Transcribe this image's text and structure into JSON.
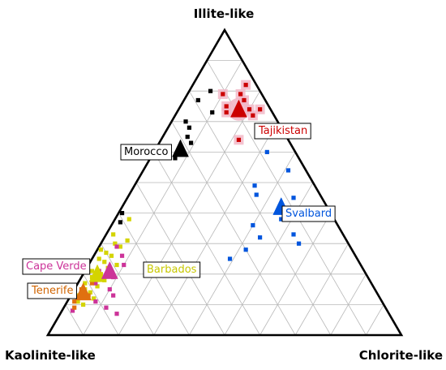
{
  "chart_data": {
    "type": "scatter",
    "subtype": "ternary",
    "components": [
      "Illite-like",
      "Chlorite-like",
      "Kaolinite-like"
    ],
    "grid": true,
    "grid_divisions": 10,
    "series": [
      {
        "name": "Tajikistan",
        "color": "#cc0000",
        "label_color": "#cc0000",
        "halo": "#f2b8c8",
        "mean": {
          "illite": 0.74,
          "chlorite": 0.17,
          "kaolinite": 0.09
        },
        "points": [
          {
            "illite": 0.82,
            "chlorite": 0.15,
            "kaolinite": 0.03
          },
          {
            "illite": 0.79,
            "chlorite": 0.15,
            "kaolinite": 0.06
          },
          {
            "illite": 0.79,
            "chlorite": 0.1,
            "kaolinite": 0.11
          },
          {
            "illite": 0.77,
            "chlorite": 0.17,
            "kaolinite": 0.06
          },
          {
            "illite": 0.75,
            "chlorite": 0.13,
            "kaolinite": 0.12
          },
          {
            "illite": 0.74,
            "chlorite": 0.2,
            "kaolinite": 0.06
          },
          {
            "illite": 0.73,
            "chlorite": 0.14,
            "kaolinite": 0.13
          },
          {
            "illite": 0.74,
            "chlorite": 0.23,
            "kaolinite": 0.03
          },
          {
            "illite": 0.72,
            "chlorite": 0.22,
            "kaolinite": 0.06
          },
          {
            "illite": 0.64,
            "chlorite": 0.22,
            "kaolinite": 0.14
          }
        ]
      },
      {
        "name": "Morocco",
        "color": "#000000",
        "label_color": "#000000",
        "halo": "",
        "mean": {
          "illite": 0.61,
          "chlorite": 0.07,
          "kaolinite": 0.32
        },
        "points": [
          {
            "illite": 0.8,
            "chlorite": 0.06,
            "kaolinite": 0.14
          },
          {
            "illite": 0.77,
            "chlorite": 0.04,
            "kaolinite": 0.19
          },
          {
            "illite": 0.73,
            "chlorite": 0.1,
            "kaolinite": 0.17
          },
          {
            "illite": 0.7,
            "chlorite": 0.04,
            "kaolinite": 0.26
          },
          {
            "illite": 0.68,
            "chlorite": 0.06,
            "kaolinite": 0.26
          },
          {
            "illite": 0.65,
            "chlorite": 0.07,
            "kaolinite": 0.28
          },
          {
            "illite": 0.63,
            "chlorite": 0.09,
            "kaolinite": 0.28
          },
          {
            "illite": 0.58,
            "chlorite": 0.07,
            "kaolinite": 0.35
          },
          {
            "illite": 0.4,
            "chlorite": 0.01,
            "kaolinite": 0.59
          },
          {
            "illite": 0.37,
            "chlorite": 0.02,
            "kaolinite": 0.61
          }
        ]
      },
      {
        "name": "Svalbard",
        "color": "#0055dd",
        "label_color": "#0055dd",
        "halo": "",
        "mean": {
          "illite": 0.42,
          "chlorite": 0.45,
          "kaolinite": 0.13
        },
        "points": [
          {
            "illite": 0.6,
            "chlorite": 0.32,
            "kaolinite": 0.08
          },
          {
            "illite": 0.54,
            "chlorite": 0.41,
            "kaolinite": 0.05
          },
          {
            "illite": 0.49,
            "chlorite": 0.34,
            "kaolinite": 0.17
          },
          {
            "illite": 0.46,
            "chlorite": 0.36,
            "kaolinite": 0.18
          },
          {
            "illite": 0.45,
            "chlorite": 0.47,
            "kaolinite": 0.08
          },
          {
            "illite": 0.4,
            "chlorite": 0.49,
            "kaolinite": 0.11
          },
          {
            "illite": 0.38,
            "chlorite": 0.47,
            "kaolinite": 0.15
          },
          {
            "illite": 0.36,
            "chlorite": 0.4,
            "kaolinite": 0.24
          },
          {
            "illite": 0.33,
            "chlorite": 0.53,
            "kaolinite": 0.14
          },
          {
            "illite": 0.32,
            "chlorite": 0.44,
            "kaolinite": 0.24
          },
          {
            "illite": 0.3,
            "chlorite": 0.56,
            "kaolinite": 0.14
          },
          {
            "illite": 0.25,
            "chlorite": 0.39,
            "kaolinite": 0.36
          },
          {
            "illite": 0.28,
            "chlorite": 0.42,
            "kaolinite": 0.3
          }
        ]
      },
      {
        "name": "Barbados",
        "color": "#d4d400",
        "label_color": "#c8c800",
        "halo": "",
        "mean": {
          "illite": 0.2,
          "chlorite": 0.04,
          "kaolinite": 0.76
        },
        "points": [
          {
            "illite": 0.38,
            "chlorite": 0.04,
            "kaolinite": 0.58
          },
          {
            "illite": 0.33,
            "chlorite": 0.02,
            "kaolinite": 0.65
          },
          {
            "illite": 0.3,
            "chlorite": 0.04,
            "kaolinite": 0.66
          },
          {
            "illite": 0.28,
            "chlorite": 0.01,
            "kaolinite": 0.71
          },
          {
            "illite": 0.27,
            "chlorite": 0.03,
            "kaolinite": 0.7
          },
          {
            "illite": 0.26,
            "chlorite": 0.05,
            "kaolinite": 0.69
          },
          {
            "illite": 0.25,
            "chlorite": 0.02,
            "kaolinite": 0.73
          },
          {
            "illite": 0.24,
            "chlorite": 0.04,
            "kaolinite": 0.72
          },
          {
            "illite": 0.22,
            "chlorite": 0.06,
            "kaolinite": 0.72
          },
          {
            "illite": 0.21,
            "chlorite": 0.02,
            "kaolinite": 0.77
          },
          {
            "illite": 0.2,
            "chlorite": 0.05,
            "kaolinite": 0.75
          },
          {
            "illite": 0.19,
            "chlorite": 0.03,
            "kaolinite": 0.78
          },
          {
            "illite": 0.18,
            "chlorite": 0.07,
            "kaolinite": 0.75
          },
          {
            "illite": 0.17,
            "chlorite": 0.02,
            "kaolinite": 0.81
          },
          {
            "illite": 0.16,
            "chlorite": 0.06,
            "kaolinite": 0.78
          },
          {
            "illite": 0.15,
            "chlorite": 0.03,
            "kaolinite": 0.82
          },
          {
            "illite": 0.14,
            "chlorite": 0.05,
            "kaolinite": 0.81
          },
          {
            "illite": 0.13,
            "chlorite": 0.02,
            "kaolinite": 0.85
          },
          {
            "illite": 0.12,
            "chlorite": 0.07,
            "kaolinite": 0.81
          },
          {
            "illite": 0.11,
            "chlorite": 0.03,
            "kaolinite": 0.86
          },
          {
            "illite": 0.1,
            "chlorite": 0.05,
            "kaolinite": 0.85
          },
          {
            "illite": 0.29,
            "chlorite": 0.06,
            "kaolinite": 0.65
          },
          {
            "illite": 0.23,
            "chlorite": 0.08,
            "kaolinite": 0.69
          },
          {
            "illite": 0.31,
            "chlorite": 0.07,
            "kaolinite": 0.62
          }
        ]
      },
      {
        "name": "Cape Verde",
        "color": "#cc3399",
        "label_color": "#cc3399",
        "halo": "",
        "mean": {
          "illite": 0.21,
          "chlorite": 0.07,
          "kaolinite": 0.72
        },
        "points": [
          {
            "illite": 0.29,
            "chlorite": 0.05,
            "kaolinite": 0.66
          },
          {
            "illite": 0.26,
            "chlorite": 0.08,
            "kaolinite": 0.66
          },
          {
            "illite": 0.23,
            "chlorite": 0.1,
            "kaolinite": 0.67
          },
          {
            "illite": 0.21,
            "chlorite": 0.04,
            "kaolinite": 0.75
          },
          {
            "illite": 0.19,
            "chlorite": 0.09,
            "kaolinite": 0.72
          },
          {
            "illite": 0.17,
            "chlorite": 0.05,
            "kaolinite": 0.78
          },
          {
            "illite": 0.15,
            "chlorite": 0.1,
            "kaolinite": 0.75
          },
          {
            "illite": 0.13,
            "chlorite": 0.12,
            "kaolinite": 0.75
          },
          {
            "illite": 0.11,
            "chlorite": 0.08,
            "kaolinite": 0.81
          },
          {
            "illite": 0.09,
            "chlorite": 0.12,
            "kaolinite": 0.79
          },
          {
            "illite": 0.07,
            "chlorite": 0.16,
            "kaolinite": 0.77
          },
          {
            "illite": 0.08,
            "chlorite": 0.03,
            "kaolinite": 0.89
          }
        ]
      },
      {
        "name": "Tenerife",
        "color": "#e07010",
        "label_color": "#d06400",
        "halo": "",
        "mean": {
          "illite": 0.14,
          "chlorite": 0.03,
          "kaolinite": 0.83
        },
        "points": [
          {
            "illite": 0.17,
            "chlorite": 0.04,
            "kaolinite": 0.79
          },
          {
            "illite": 0.15,
            "chlorite": 0.02,
            "kaolinite": 0.83
          },
          {
            "illite": 0.13,
            "chlorite": 0.05,
            "kaolinite": 0.82
          },
          {
            "illite": 0.11,
            "chlorite": 0.02,
            "kaolinite": 0.87
          },
          {
            "illite": 0.09,
            "chlorite": 0.03,
            "kaolinite": 0.88
          }
        ]
      }
    ]
  }
}
